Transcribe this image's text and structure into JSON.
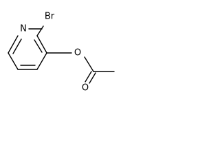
{
  "molecule": {
    "atoms": {
      "nitrogen": "N",
      "bromine": "Br",
      "ester_oxygen": "O",
      "carbonyl_oxygen": "O"
    },
    "colors": {
      "bond": "#000000",
      "label": "#000000",
      "background": "#ffffff"
    }
  }
}
